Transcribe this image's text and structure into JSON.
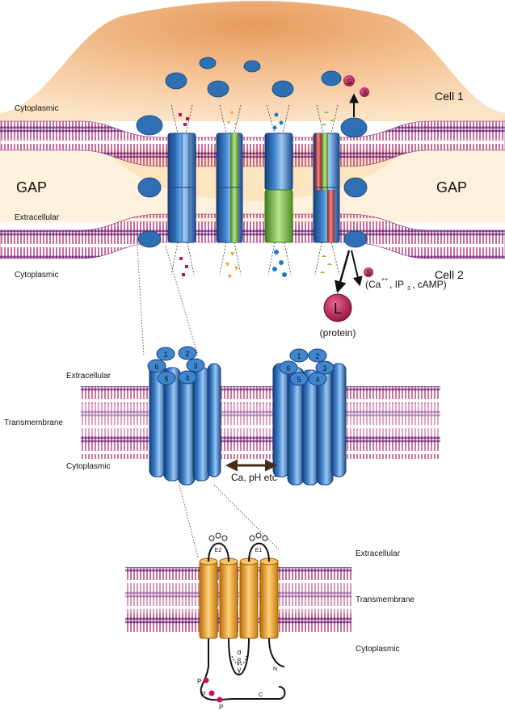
{
  "labels": {
    "cell1": "Cell 1",
    "cell2": "Cell 2",
    "gap_left": "GAP",
    "gap_right": "GAP",
    "cytoplasmic_top": "Cytoplasmic",
    "extracellular_top": "Extracellular",
    "cytoplasmic_mid": "Cytoplasmic",
    "second_messengers_prefix": "(Ca",
    "second_messengers_sup": "++",
    "second_messengers_rest": ", IP",
    "second_messengers_sub": "3",
    "second_messengers_end": ", cAMP)",
    "ligand_letter": "L",
    "ligand_caption": "(protein)",
    "signal_letter": "S"
  },
  "connexon_panel": {
    "extracellular": "Extracellular",
    "transmembrane": "Transmembrane",
    "cytoplasmic": "Cytoplasmic",
    "gating": "Ca, pH etc",
    "subunits": [
      "1",
      "2",
      "3",
      "4",
      "5",
      "6"
    ]
  },
  "connexin_panel": {
    "extracellular": "Extracellular",
    "transmembrane": "Transmembrane",
    "cytoplasmic": "Cytoplasmic",
    "loop_e1": "E1",
    "loop_e2": "E2",
    "n_term": "N",
    "c_term": "C",
    "phospho": "P",
    "greek": [
      "α",
      "β",
      "γ"
    ]
  },
  "colors": {
    "connexon_blue": "#2f6fb3",
    "connexin_orange": "#f0a21c",
    "lipid_pink": "#c04a82",
    "lipid_purple": "#7a2f7e",
    "cytoplasm_peach": "#f3c08f",
    "green": "#7cc043",
    "red": "#d63a3a",
    "molecule_magenta": "#c2185b",
    "molecule_orange": "#f4a21c",
    "molecule_blue": "#1f78c8"
  }
}
